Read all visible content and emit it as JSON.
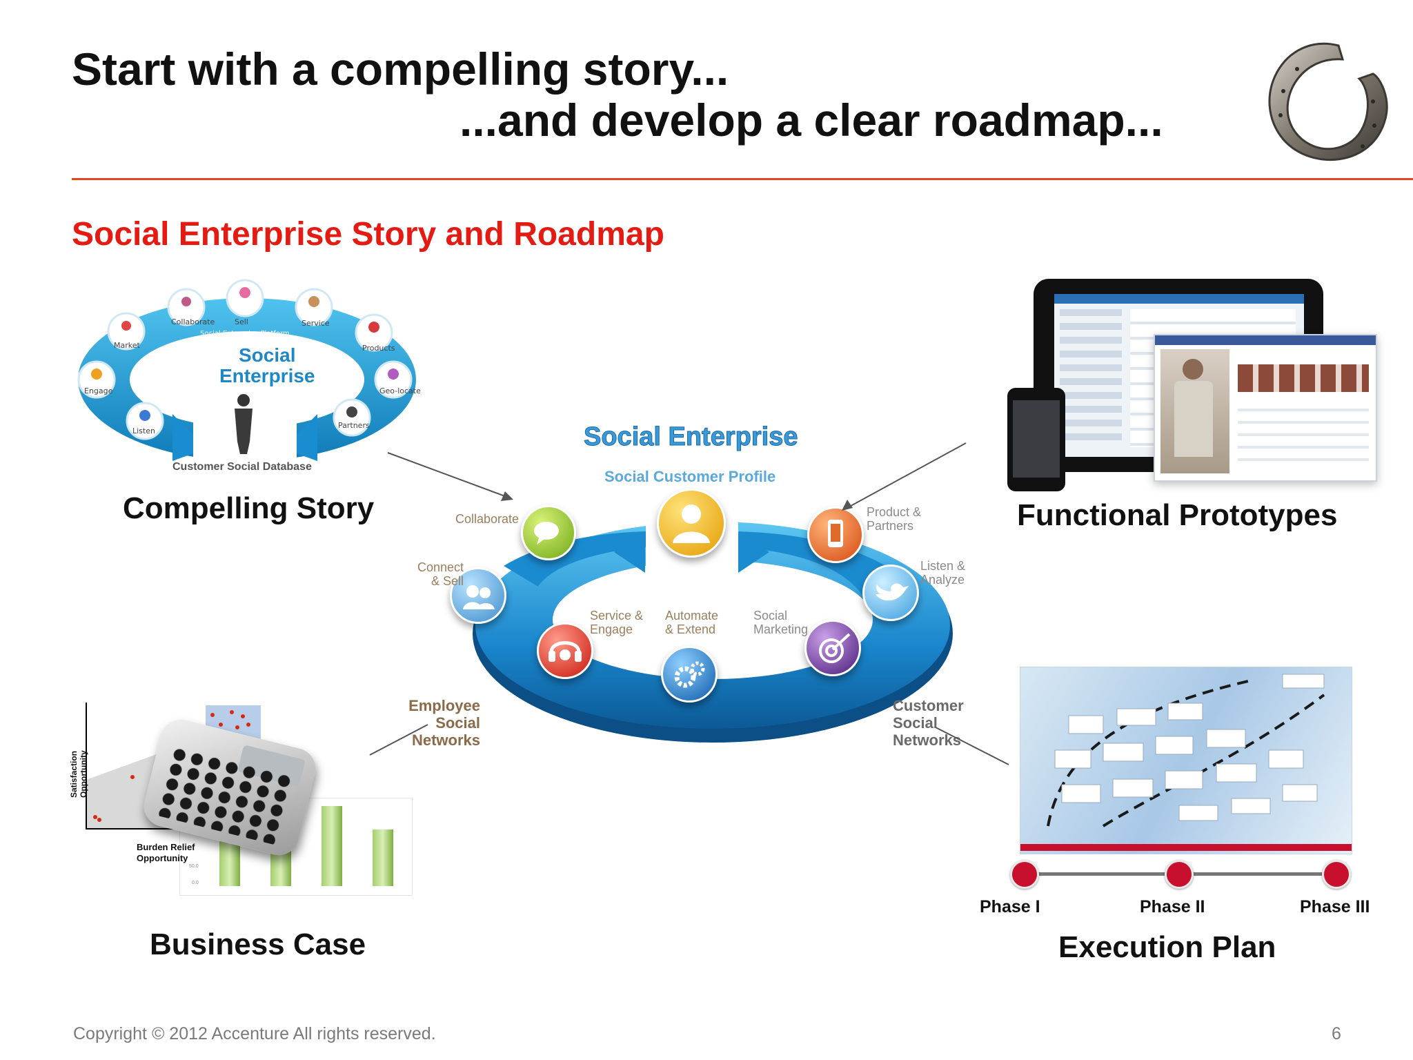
{
  "header": {
    "title_line1": "Start with a compelling story...",
    "title_line2": "...and develop a clear roadmap..."
  },
  "section_title": "Social Enterprise Story and Roadmap",
  "compelling_story": {
    "caption": "Compelling Story",
    "ring_title_1": "Social",
    "ring_title_2": "Enterprise",
    "platform_label": "Social Enterprise Platform",
    "database_label": "Customer Social Database",
    "nodes": [
      "Collaborate",
      "Sell",
      "Service",
      "Products",
      "Geo-locate",
      "Partners",
      "Listen",
      "Engage",
      "Market"
    ]
  },
  "center_diagram": {
    "title": "Social Enterprise",
    "subtitle": "Social Customer Profile",
    "labels": {
      "collaborate": "Collaborate",
      "connect_sell": "Connect & Sell",
      "product_partners": "Product & Partners",
      "listen_analyze": "Listen & Analyze",
      "service_engage": "Service & Engage",
      "automate_extend": "Automate & Extend",
      "social_marketing": "Social Marketing",
      "employee_networks": "Employee Social Networks",
      "customer_networks": "Customer Social Networks"
    }
  },
  "functional_prototypes": {
    "caption": "Functional Prototypes"
  },
  "business_case": {
    "caption": "Business Case",
    "y_axis_label_1": "Satisfaction",
    "y_axis_label_2": "Opportunity",
    "x_axis_label_1": "Burden Relief",
    "x_axis_label_2": "Opportunity",
    "tick_labels": [
      "50.0",
      "0.0"
    ]
  },
  "execution_plan": {
    "caption": "Execution Plan",
    "phases": [
      "Phase I",
      "Phase II",
      "Phase III"
    ]
  },
  "footer": {
    "copyright": "Copyright © 2012 Accenture  All rights reserved.",
    "page_number": "6"
  },
  "colors": {
    "accent_red": "#e41b13",
    "rule": "#e2461e",
    "ring_blue": "#1c8fd0",
    "phase_dot": "#c8102e"
  }
}
